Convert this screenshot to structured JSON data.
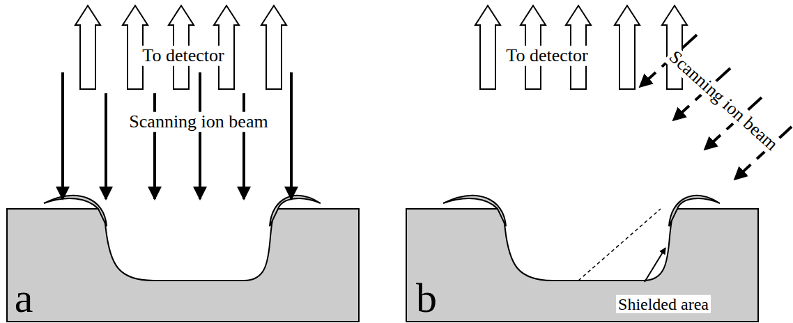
{
  "diagram": {
    "labels": [
      "To detector",
      "Scanning ion beam",
      "a",
      "To detector",
      "Scanning ion beam",
      "Shielded area",
      "b"
    ]
  }
}
